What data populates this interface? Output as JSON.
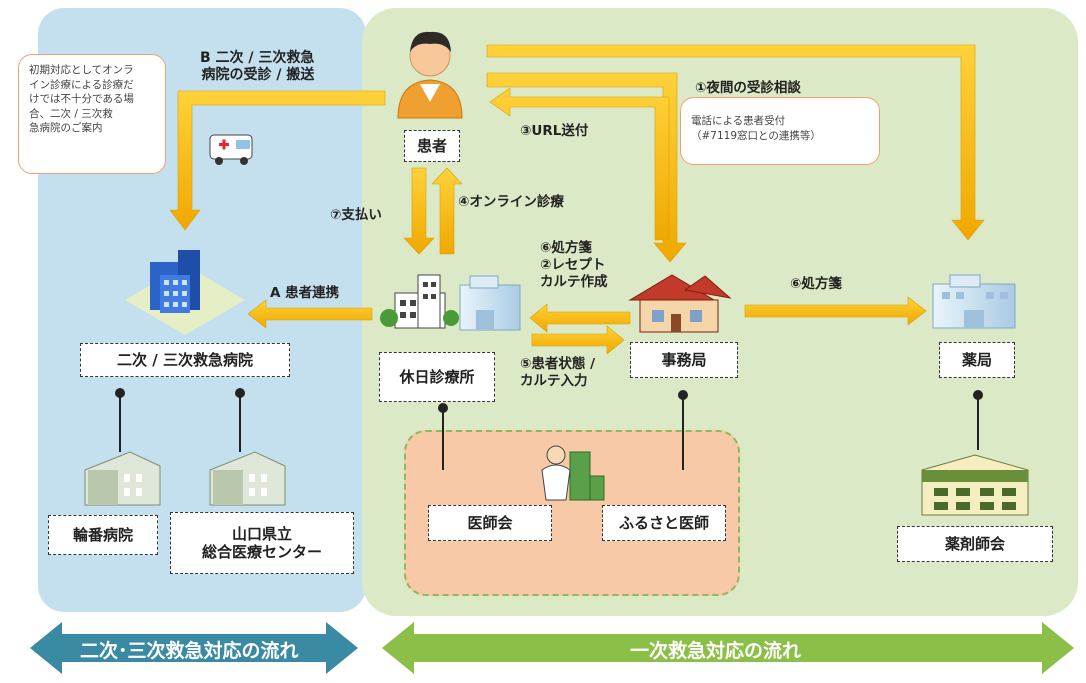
{
  "labels": {
    "flow_b": [
      "B 二次 / 三次救急",
      "病院の受診 / 搬送"
    ],
    "flow_1": "①夜間の受診相談",
    "flow_3": "③URL送付",
    "flow_7": "⑦支払い",
    "flow_4": "④オンライン診療",
    "flow_6_2": [
      "⑥処方箋",
      "②レセプト",
      "カルテ作成"
    ],
    "flow_6_right": "⑥処方箋",
    "flow_a": "A 患者連携",
    "flow_5": [
      "⑤患者状態 /",
      "カルテ入力"
    ]
  },
  "notes": {
    "left": [
      "初期対応としてオンラ",
      "イン診療による診療だ",
      "けでは不十分である場",
      "合、二次 / 三次救",
      "急病院のご案内"
    ],
    "right": [
      "電話による患者受付",
      "（#7119窓口との連携等）"
    ]
  },
  "nodes": {
    "patient": "患者",
    "hospital": "二次 / 三次救急病院",
    "clinic": "休日診療所",
    "office": "事務局",
    "pharmacy": "薬局",
    "hospital_a": "輪番病院",
    "hospital_b": [
      "山口県立",
      "総合医療センター"
    ],
    "doctors_assoc": "医師会",
    "furusato": "ふるさと医師",
    "pharm_assoc": "薬剤師会"
  },
  "banners": {
    "left": "二次･三次救急対応の流れ",
    "right": "一次救急対応の流れ"
  },
  "icons": [
    "person-icon",
    "ambulance-icon",
    "hospital-building-icon",
    "clinic-building-icon",
    "office-house-icon",
    "pharmacy-building-icon",
    "doctor-icon",
    "pharm-assoc-building-icon"
  ],
  "colors": {
    "arrow": "#f5b800",
    "blue_panel": "#c4e0ee",
    "green_panel": "#dce9c6",
    "orange_zone": "#f8c9a7",
    "banner_left": "#3b8aa3",
    "banner_right": "#8cbf48"
  }
}
